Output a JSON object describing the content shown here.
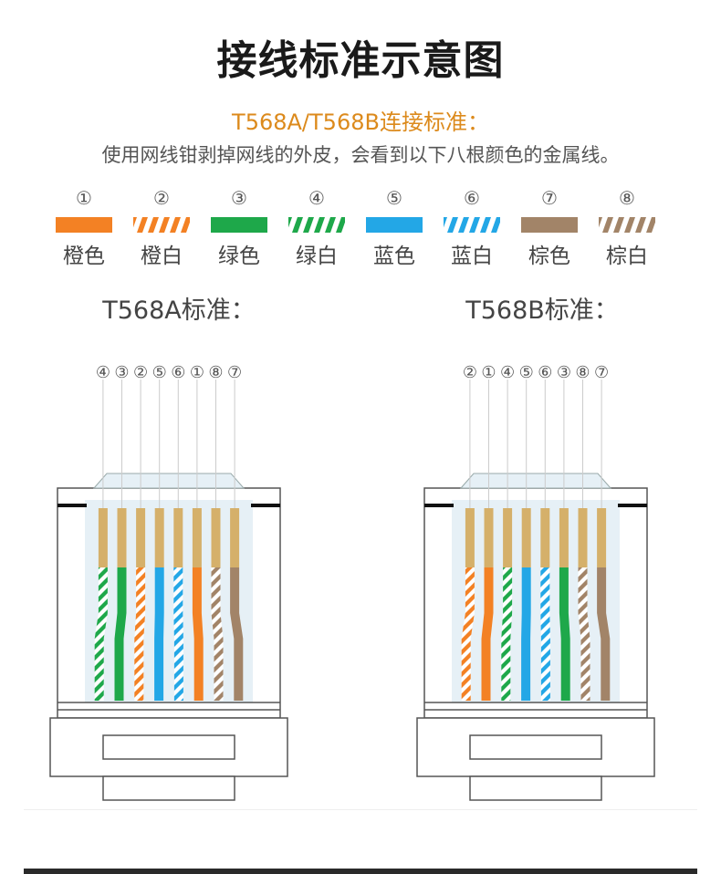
{
  "title": "接线标准示意图",
  "subtitle": "T568A/T568B连接标准：",
  "description": "使用网线钳剥掉网线的外皮，会看到以下八根颜色的金属线。",
  "colors": {
    "orange": "#f38124",
    "green": "#1ea84a",
    "blue": "#23a7e6",
    "brown": "#a28468",
    "copper": "#d5b06a",
    "connector_body": "#e6f0f6",
    "connector_line": "#555555",
    "subtitle": "#dc8a1c"
  },
  "wires": [
    {
      "num": "①",
      "label": "橙色",
      "color": "orange",
      "striped": false
    },
    {
      "num": "②",
      "label": "橙白",
      "color": "orange",
      "striped": true
    },
    {
      "num": "③",
      "label": "绿色",
      "color": "green",
      "striped": false
    },
    {
      "num": "④",
      "label": "绿白",
      "color": "green",
      "striped": true
    },
    {
      "num": "⑤",
      "label": "蓝色",
      "color": "blue",
      "striped": false
    },
    {
      "num": "⑥",
      "label": "蓝白",
      "color": "blue",
      "striped": true
    },
    {
      "num": "⑦",
      "label": "棕色",
      "color": "brown",
      "striped": false
    },
    {
      "num": "⑧",
      "label": "棕白",
      "color": "brown",
      "striped": true
    }
  ],
  "standards": [
    {
      "label": "T568A标准：",
      "order": [
        4,
        3,
        2,
        5,
        6,
        1,
        8,
        7
      ]
    },
    {
      "label": "T568B标准：",
      "order": [
        2,
        1,
        4,
        5,
        6,
        3,
        8,
        7
      ]
    }
  ]
}
